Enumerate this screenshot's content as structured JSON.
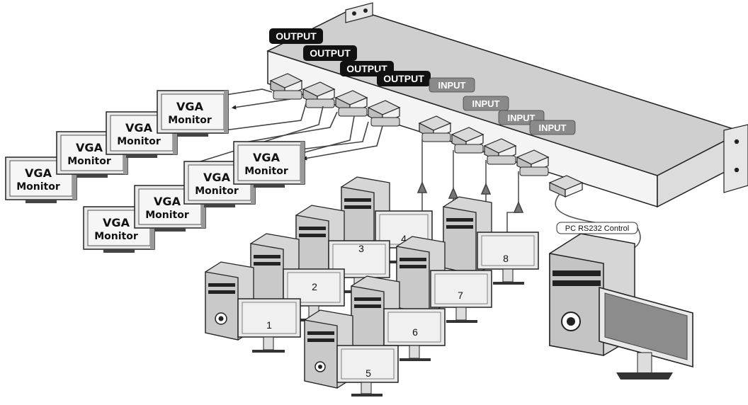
{
  "labels": {
    "output": [
      "OUTPUT",
      "OUTPUT",
      "OUTPUT",
      "OUTPUT"
    ],
    "input": [
      "INPUT",
      "INPUT",
      "INPUT",
      "INPUT"
    ],
    "rs232": "PC RS232 Control"
  },
  "vga_monitor": {
    "line1": "VGA",
    "line2": "Monitor"
  },
  "computers": [
    "1",
    "2",
    "3",
    "4",
    "5",
    "6",
    "7",
    "8"
  ],
  "colors": {
    "rack_top": "#cfcfcf",
    "rack_front": "#f4f4f4",
    "output_tag": "#111111",
    "input_tag": "#8a8a8a",
    "tower": "#cfcfcf",
    "screen": "#e9e9e9",
    "control_screen": "#8c8c8c"
  }
}
